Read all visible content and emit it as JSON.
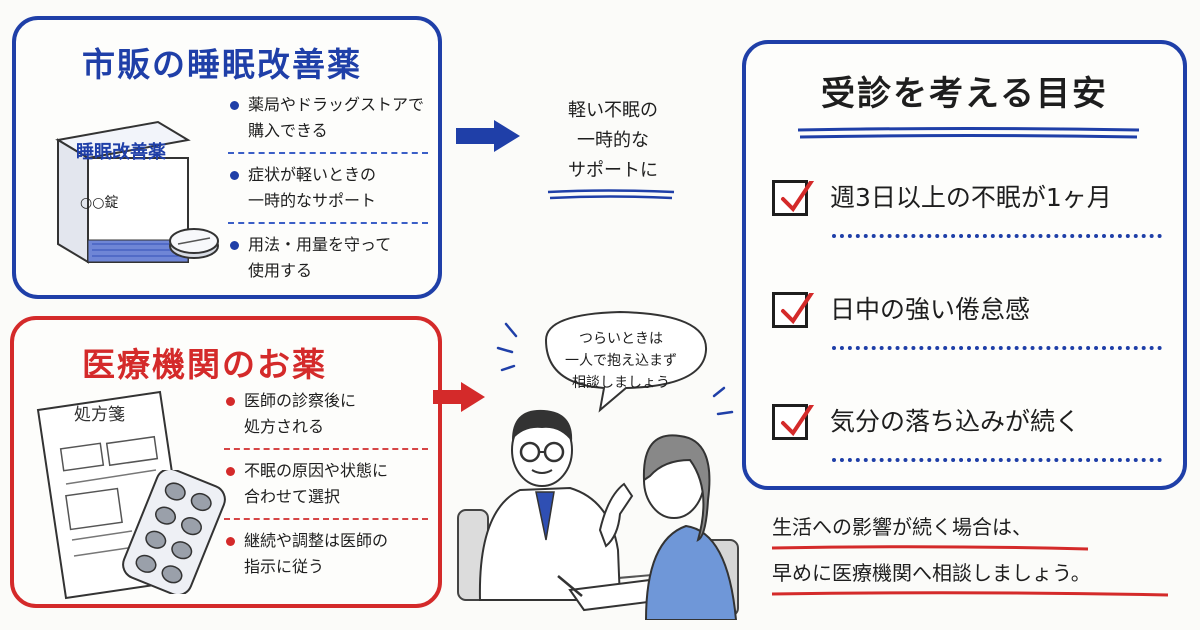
{
  "colors": {
    "blue": "#1f3fa8",
    "red": "#d42a2a",
    "ink": "#1e1e1e"
  },
  "otc": {
    "title": "市販の睡眠改善薬",
    "box_label": "睡眠改善薬",
    "box_sub": "○○錠",
    "bullets": [
      {
        "line1": "薬局やドラッグストアで",
        "line2": "購入できる"
      },
      {
        "line1": "症状が軽いときの",
        "line2": "一時的なサポート"
      },
      {
        "line1": "用法・用量を守って",
        "line2": "使用する"
      }
    ]
  },
  "mild_support": {
    "line1": "軽い不眠の",
    "line2": "一時的な",
    "line3": "サポートに"
  },
  "rx": {
    "title": "医療機関のお薬",
    "paper_label": "処方箋",
    "bullets": [
      {
        "line1": "医師の診察後に",
        "line2": "処方される"
      },
      {
        "line1": "不眠の原因や状態に",
        "line2": "合わせて選択"
      },
      {
        "line1": "継続や調整は医師の",
        "line2": "指示に従う"
      }
    ]
  },
  "bubble": {
    "line1": "つらいときは",
    "line2": "一人で抱え込まず",
    "line3": "相談しましょう"
  },
  "guide": {
    "title": "受診を考える目安",
    "items": [
      {
        "label": "週3日以上の不眠が1ヶ月"
      },
      {
        "label": "日中の強い倦怠感"
      },
      {
        "label": "気分の落ち込みが続く"
      }
    ]
  },
  "footer": {
    "line1": "生活への影響が続く場合は、",
    "line2": "早めに医療機関へ相談しましょう。"
  },
  "icons": [
    "medicine-box-icon",
    "pill-icon",
    "prescription-icon",
    "pill-blister-icon",
    "arrow-right-icon",
    "checkbox-checked-icon",
    "doctor-illustration",
    "patient-illustration",
    "speech-bubble-icon"
  ]
}
